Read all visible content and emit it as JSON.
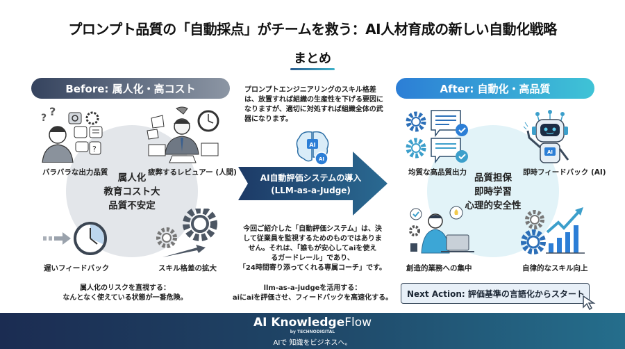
{
  "header": {
    "title": "プロンプト品質の「自動採点」がチームを救う：AI人材育成の新しい自動化戦略",
    "subtitle": "まとめ"
  },
  "before": {
    "heading": "Before: 属人化・高コスト",
    "center_words": [
      "属人化",
      "教育コスト大",
      "品質不安定"
    ],
    "items": [
      {
        "label": "バラバラな出力品質",
        "icon": "confused-person-icon"
      },
      {
        "label": "疲弊するレビュアー (人間)",
        "icon": "stressed-reviewer-icon"
      },
      {
        "label": "遅いフィードバック",
        "icon": "clock-icon"
      },
      {
        "label": "スキル格差の拡大",
        "icon": "gears-icon"
      }
    ],
    "note_line1": "属人化のリスクを直視する：",
    "note_line2": "なんとなく使えている状態が一番危険。"
  },
  "middle": {
    "intro": "プロンプトエンジニアリングのスキル格差は、放置すれば組織の生産性を下げる要因になりますが、適切に対処すれば組織全体の武器になります。",
    "brain_icon_label_1": "AI",
    "brain_icon_label_2": "AI",
    "arrow_line1": "AI自動評価システムの導入",
    "arrow_line2": "(LLM-as-a-Judge)",
    "body_line1": "今回ご紹介した「自動評価システム」は、決",
    "body_line2": "して従業員を監視するためのものではありま",
    "body_line3": "せん。それは、「誰もが安心してaiを使え",
    "body_line4": "るガードレール」であり、",
    "body_line5": "「24時間寄り添ってくれる専属コーチ」です。",
    "note_line1": "llm-as-a-judgeを活用する：",
    "note_line2": "aiにaiを評価させ、フィードバックを高速化する。"
  },
  "after": {
    "heading": "After: 自動化・高品質",
    "center_words": [
      "品質担保",
      "即時学習",
      "心理的安全性"
    ],
    "items": [
      {
        "label": "均質な高品質出力",
        "icon": "gear-checked-message-icon"
      },
      {
        "label": "即時フィードバック (AI)",
        "icon": "robot-icon"
      },
      {
        "label": "創造的業務への集中",
        "icon": "person-laptop-icon"
      },
      {
        "label": "自律的なスキル向上",
        "icon": "growth-chart-icon"
      }
    ],
    "robot_badge": "AI",
    "next_action": "Next Action: 評価基準の言語化からスタート"
  },
  "footer": {
    "brand_bold": "AI Knowledge",
    "brand_light": "Flow",
    "by": "by TECHNODIGITAL",
    "tagline": "AIで 知識をビジネスへ。"
  },
  "colors": {
    "before_start": "#35435e",
    "before_end": "#8c96a4",
    "after_start": "#2c7ed6",
    "after_end": "#3fc3d6",
    "arrow": "#1f4a70",
    "footer": "#1f4667"
  }
}
